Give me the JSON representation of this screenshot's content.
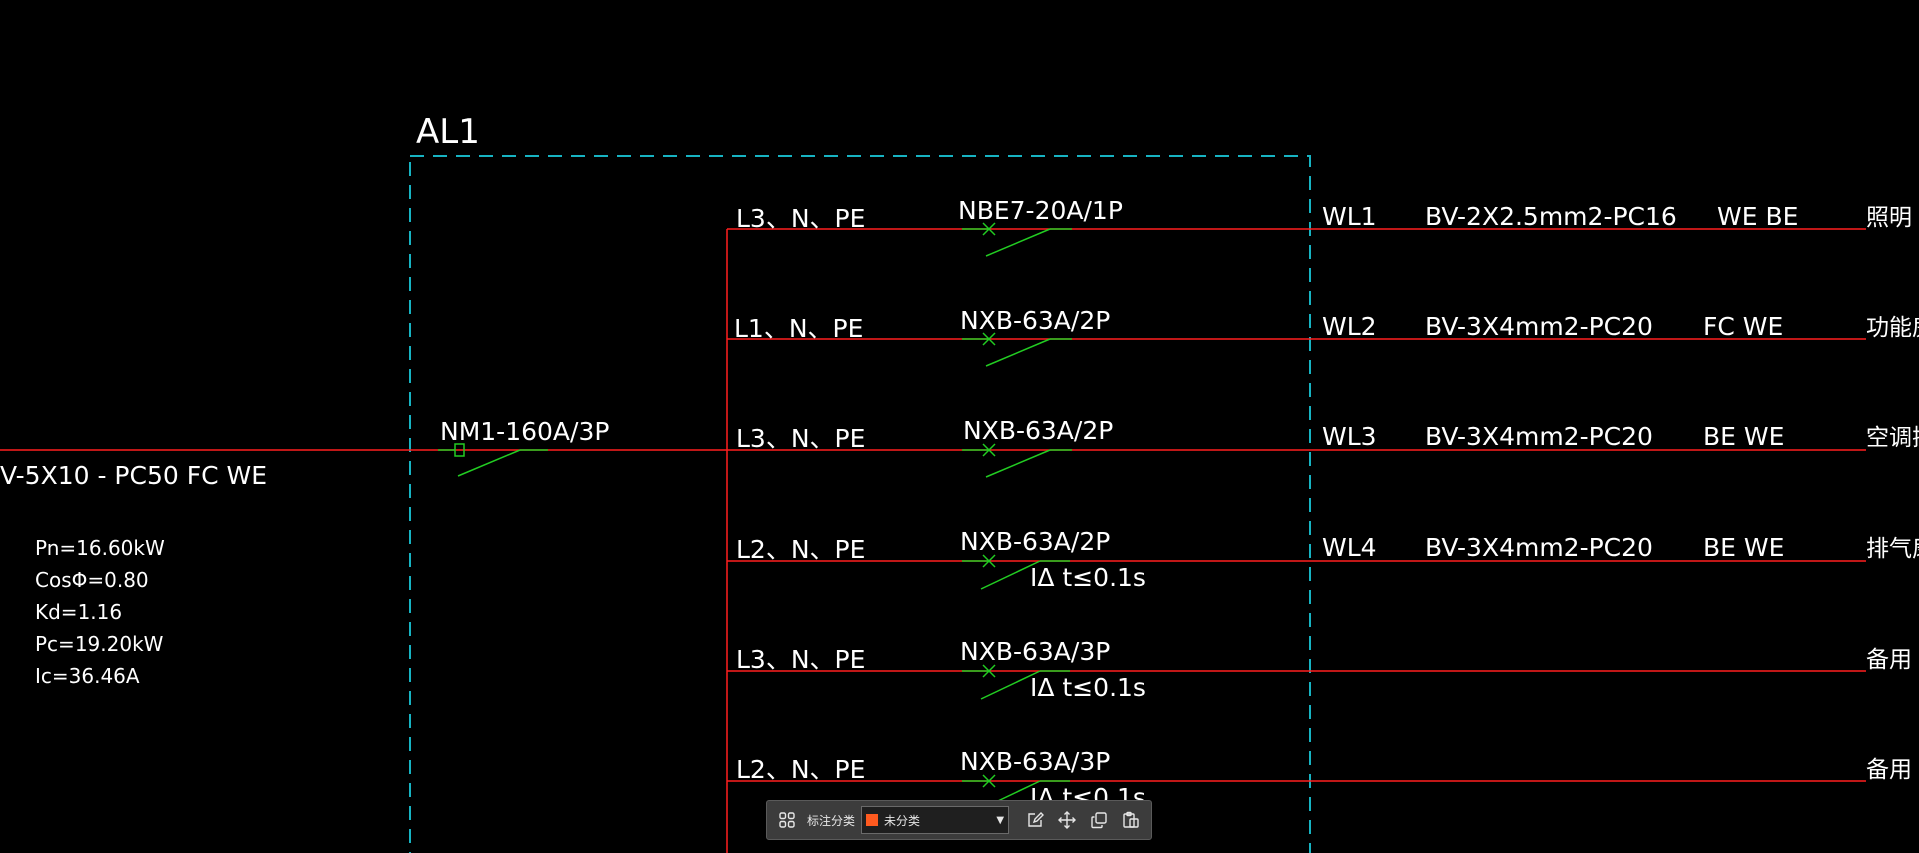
{
  "panel": {
    "name": "AL1"
  },
  "incoming": {
    "cable": "V-5X10 - PC50 FC WE",
    "breaker": "NM1-160A/3P",
    "params": [
      "Pn=16.60kW",
      "CosΦ=0.80",
      "Kd=1.16",
      "Pc=19.20kW",
      "Ic=36.46A"
    ]
  },
  "circuits": [
    {
      "phase": "L3、N、PE",
      "breaker": "NBE7-20A/1P",
      "rcd": "",
      "circuit_id": "WL1",
      "cable": "BV-2X2.5mm2-PC16",
      "laying": "WE BE",
      "purpose": "照明"
    },
    {
      "phase": "L1、N、PE",
      "breaker": "NXB-63A/2P",
      "rcd": "",
      "circuit_id": "WL2",
      "cable": "BV-3X4mm2-PC20",
      "laying": "FC WE",
      "purpose": "功能房"
    },
    {
      "phase": "L3、N、PE",
      "breaker": "NXB-63A/2P",
      "rcd": "",
      "circuit_id": "WL3",
      "cable": "BV-3X4mm2-PC20",
      "laying": "BE WE",
      "purpose": "空调插"
    },
    {
      "phase": "L2、N、PE",
      "breaker": "NXB-63A/2P",
      "rcd": "IΔ t≤0.1s",
      "circuit_id": "WL4",
      "cable": "BV-3X4mm2-PC20",
      "laying": "BE WE",
      "purpose": "排气扇"
    },
    {
      "phase": "L3、N、PE",
      "breaker": "NXB-63A/3P",
      "rcd": "IΔ t≤0.1s",
      "circuit_id": "",
      "cable": "",
      "laying": "",
      "purpose": "备用"
    },
    {
      "phase": "L2、N、PE",
      "breaker": "NXB-63A/3P",
      "rcd": "IΔ t≤0.1s",
      "circuit_id": "",
      "cable": "",
      "laying": "",
      "purpose": "备用"
    }
  ],
  "toolbar": {
    "label": "标注分类",
    "selected": "未分类",
    "swatch_color": "#ff5a1f",
    "icons": [
      "grid-icon",
      "edit-icon",
      "move-icon",
      "copy-icon",
      "paste-icon"
    ]
  },
  "colors": {
    "background": "#000000",
    "line": "#ff1f1f",
    "switch": "#22cc22",
    "panel_border": "#17b3c2",
    "text": "#ffffff"
  }
}
